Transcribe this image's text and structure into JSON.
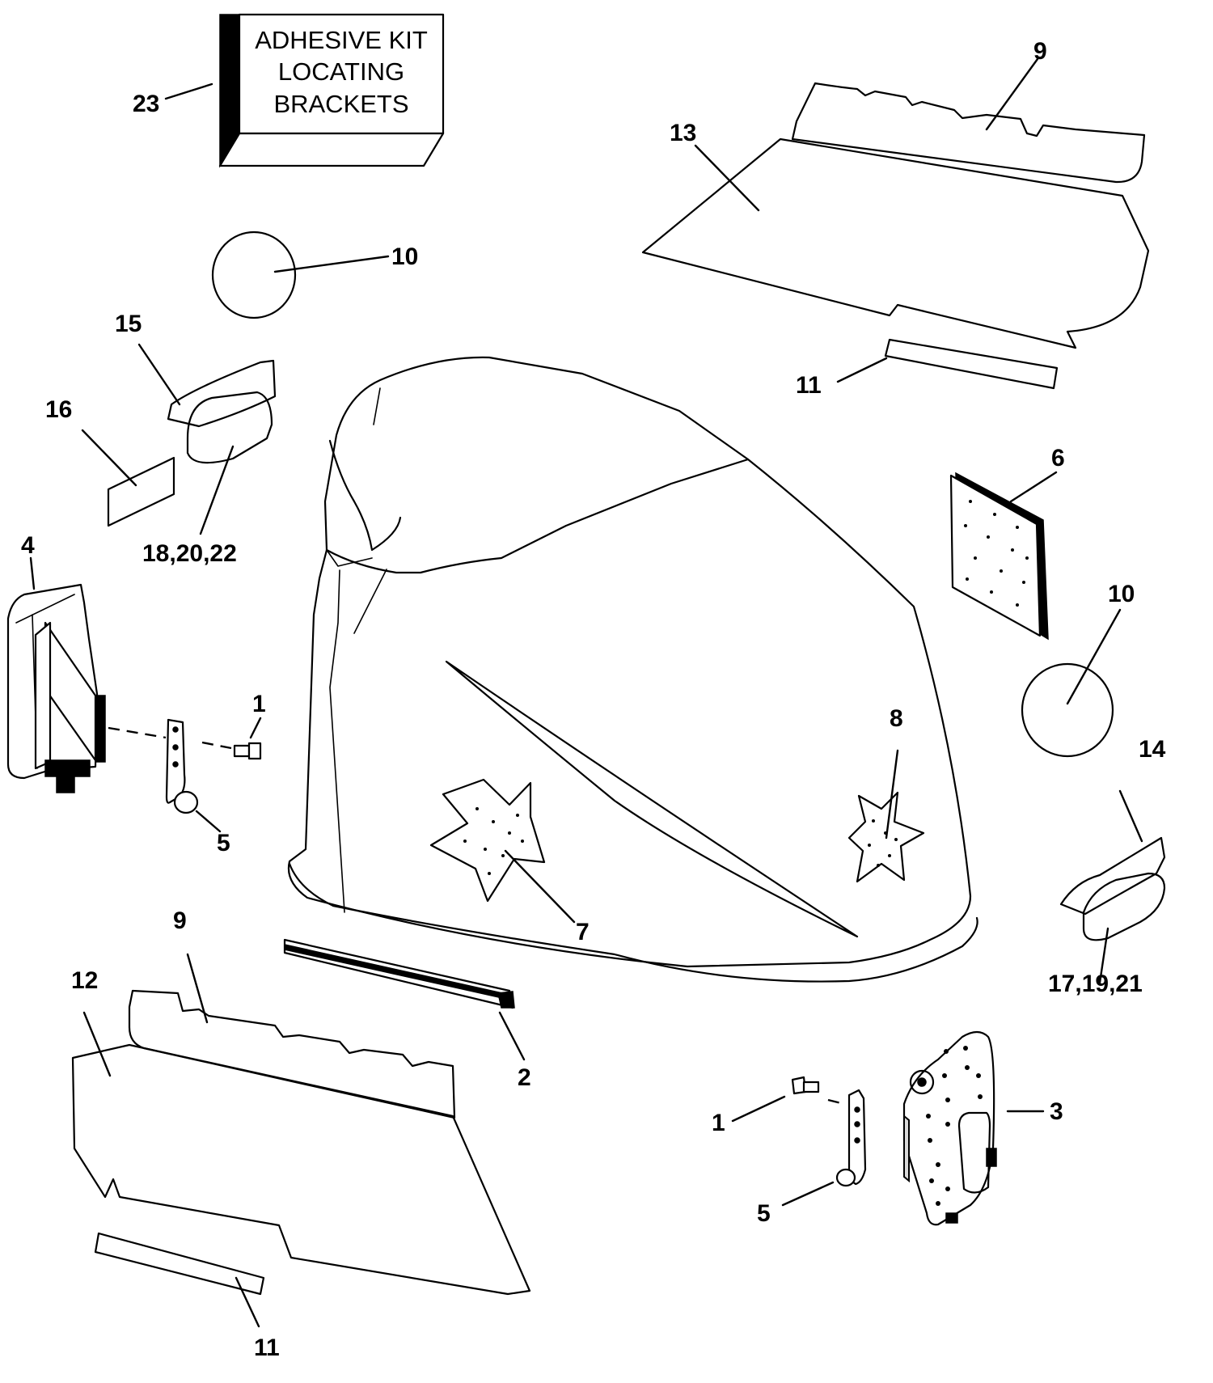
{
  "kit_box": {
    "lines": [
      "ADHESIVE KIT",
      "LOCATING",
      "BRACKETS"
    ]
  },
  "callouts": {
    "c23": "23",
    "c9_top": "9",
    "c13": "13",
    "c10_top": "10",
    "c15": "15",
    "c16": "16",
    "c11_top": "11",
    "c18_20_22": "18,20,22",
    "c6": "6",
    "c4": "4",
    "c10_right": "10",
    "c1_left": "1",
    "c8": "8",
    "c14": "14",
    "c5_left": "5",
    "c7": "7",
    "c9_bottom": "9",
    "c17_19_21": "17,19,21",
    "c12": "12",
    "c2": "2",
    "c3": "3",
    "c1_right": "1",
    "c5_right": "5",
    "c11_bottom": "11"
  }
}
